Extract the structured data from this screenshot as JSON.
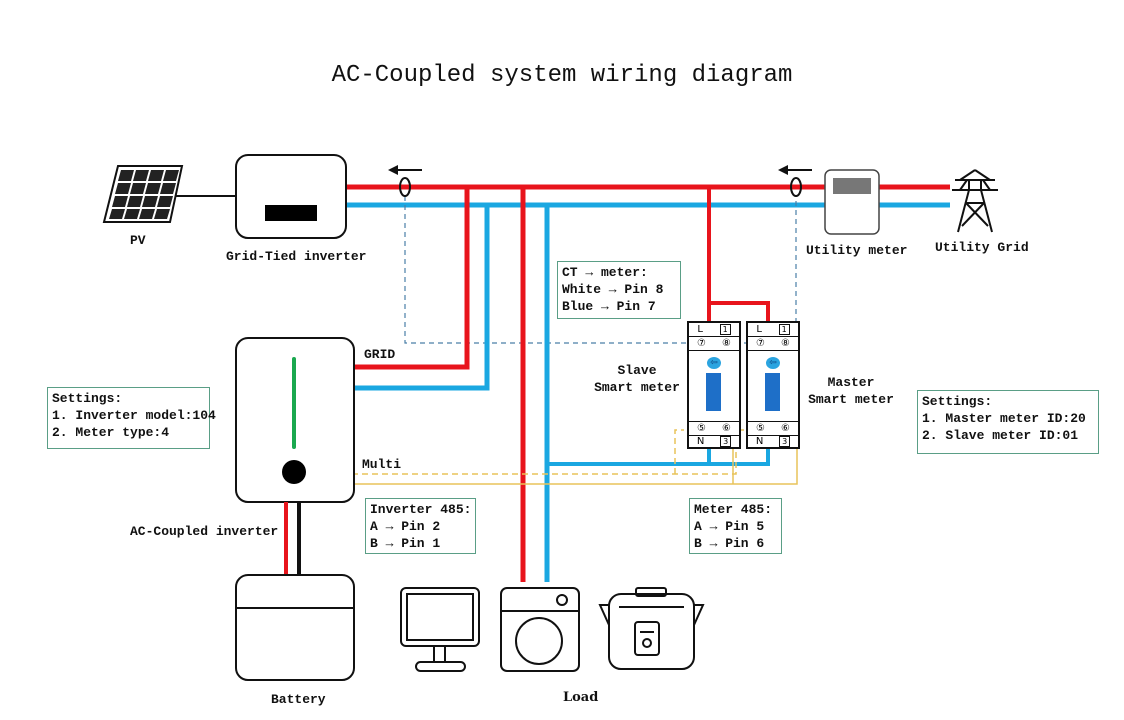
{
  "title": "AC-Coupled system wiring diagram",
  "colors": {
    "line_L": "#e8141c",
    "line_N": "#1aa7e1",
    "ct_wire": "#4a7fa8",
    "rs485": "#e8c35a",
    "note_border": "#5a9e86",
    "led": "#1aa84f",
    "meter_display": "#1e6fc8"
  },
  "components": {
    "pv": {
      "label": "PV",
      "icon": "solar-panel-icon"
    },
    "grid_tied_inverter": {
      "label": "Grid-Tied inverter",
      "icon": "inverter-icon"
    },
    "utility_meter": {
      "label": "Utility meter",
      "icon": "utility-meter-icon"
    },
    "utility_grid": {
      "label": "Utility Grid",
      "icon": "power-tower-icon"
    },
    "ac_coupled_inverter": {
      "label": "AC-Coupled inverter",
      "icon": "inverter-icon"
    },
    "battery": {
      "label": "Battery",
      "icon": "battery-icon"
    },
    "load": {
      "label": "Load",
      "icons": [
        "monitor-icon",
        "washing-machine-icon",
        "rice-cooker-icon"
      ]
    },
    "slave_meter": {
      "label_line1": "Slave",
      "label_line2": "Smart meter"
    },
    "master_meter": {
      "label_line1": "Master",
      "label_line2": "Smart meter"
    }
  },
  "meter_terminals": {
    "top_letter": "L",
    "top_pin": "1",
    "ct_pins": [
      "⑦",
      "⑧"
    ],
    "rs485_pins": [
      "⑤",
      "⑥"
    ],
    "bottom_letter": "N",
    "bottom_pin": "3"
  },
  "wire_labels": {
    "grid": "GRID",
    "multi": "Multi"
  },
  "notes": {
    "ct_meter": {
      "lines": [
        "CT → meter:",
        "White → Pin 8",
        "Blue → Pin 7"
      ]
    },
    "inverter_settings": {
      "lines": [
        "Settings:",
        "1. Inverter model:104",
        "2. Meter type:4"
      ]
    },
    "meter_settings": {
      "lines": [
        "Settings:",
        "1. Master meter ID:20",
        "2. Slave meter ID:01"
      ]
    },
    "inverter_485": {
      "lines": [
        "Inverter 485:",
        "A → Pin 2",
        "B → Pin 1"
      ]
    },
    "meter_485": {
      "lines": [
        "Meter 485:",
        "A → Pin 5",
        "B → Pin 6"
      ]
    }
  }
}
